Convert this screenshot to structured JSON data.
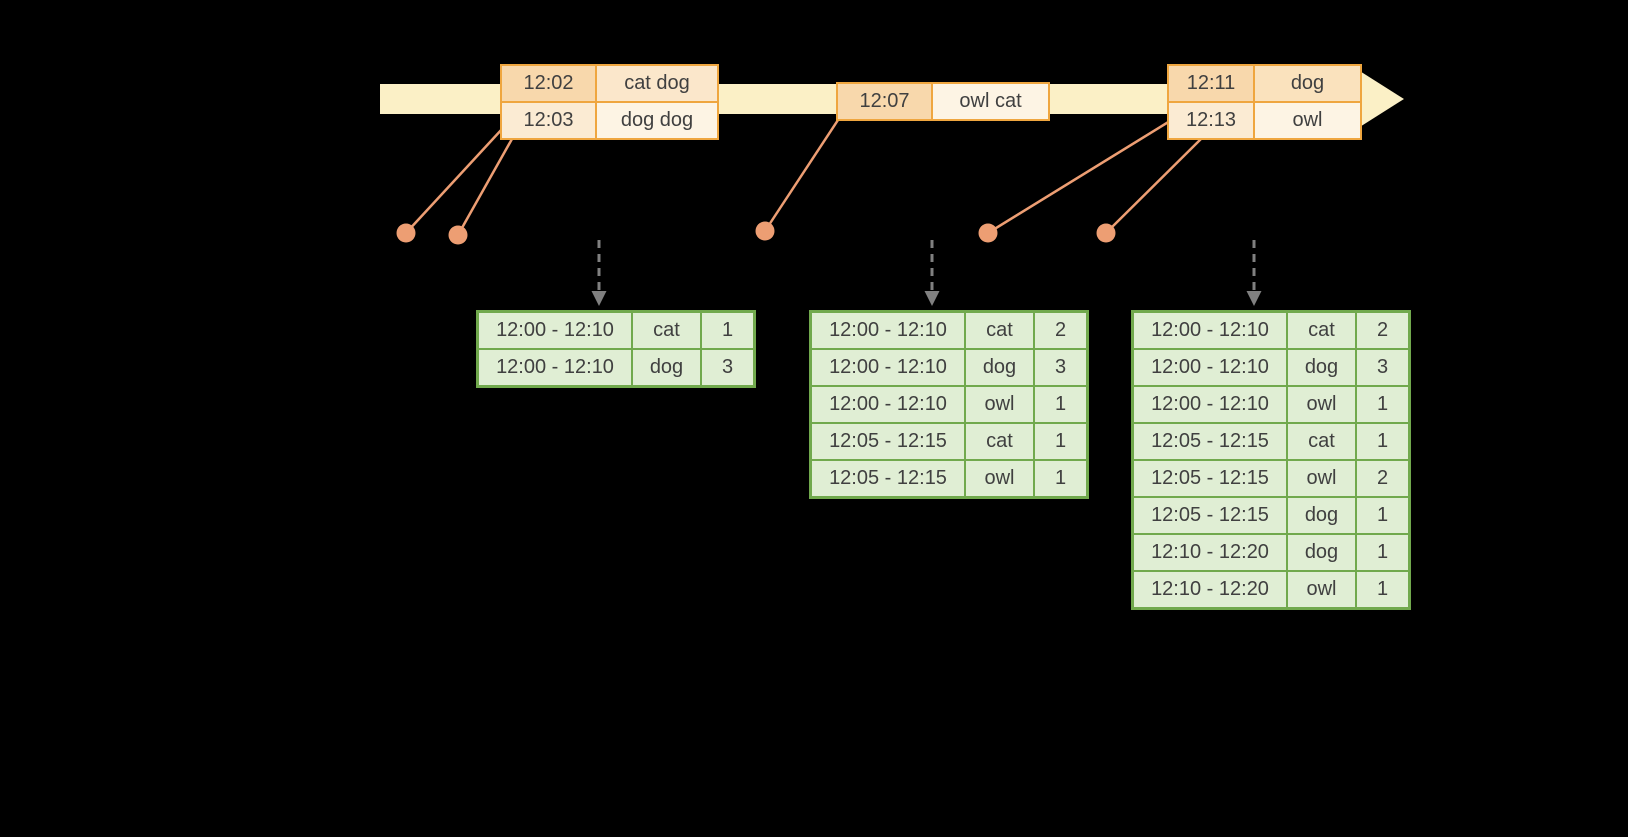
{
  "colors": {
    "background": "#000000",
    "text": "#404040",
    "timeline_fill": "#FBF0C6",
    "event_border": "#EFA63F",
    "event_peach_dark": "#F8D8AC",
    "event_peach_mid": "#FAE2BD",
    "event_peach_light": "#FBE7CB",
    "event_cream_dark": "#FBEBD3",
    "event_cream_light": "#FDF4E4",
    "dot": "#ED9E73",
    "dashed_arrow": "#808080",
    "result_border": "#71A94D",
    "result_cell": "#E0EED4"
  },
  "event_tables": [
    {
      "rows": [
        {
          "time": "12:02",
          "words": "cat dog"
        },
        {
          "time": "12:03",
          "words": "dog dog"
        }
      ]
    },
    {
      "rows": [
        {
          "time": "12:07",
          "words": "owl cat"
        }
      ]
    },
    {
      "rows": [
        {
          "time": "12:11",
          "words": "dog"
        },
        {
          "time": "12:13",
          "words": "owl"
        }
      ]
    }
  ],
  "result_tables": [
    {
      "rows": [
        {
          "window": "12:00 - 12:10",
          "word": "cat",
          "count": "1"
        },
        {
          "window": "12:00 - 12:10",
          "word": "dog",
          "count": "3"
        }
      ]
    },
    {
      "rows": [
        {
          "window": "12:00 - 12:10",
          "word": "cat",
          "count": "2"
        },
        {
          "window": "12:00 - 12:10",
          "word": "dog",
          "count": "3"
        },
        {
          "window": "12:00 - 12:10",
          "word": "owl",
          "count": "1"
        },
        {
          "window": "12:05 - 12:15",
          "word": "cat",
          "count": "1"
        },
        {
          "window": "12:05 - 12:15",
          "word": "owl",
          "count": "1"
        }
      ]
    },
    {
      "rows": [
        {
          "window": "12:00 - 12:10",
          "word": "cat",
          "count": "2"
        },
        {
          "window": "12:00 - 12:10",
          "word": "dog",
          "count": "3"
        },
        {
          "window": "12:00 - 12:10",
          "word": "owl",
          "count": "1"
        },
        {
          "window": "12:05 - 12:15",
          "word": "cat",
          "count": "1"
        },
        {
          "window": "12:05 - 12:15",
          "word": "owl",
          "count": "2"
        },
        {
          "window": "12:05 - 12:15",
          "word": "dog",
          "count": "1"
        },
        {
          "window": "12:10 - 12:20",
          "word": "dog",
          "count": "1"
        },
        {
          "window": "12:10 - 12:20",
          "word": "owl",
          "count": "1"
        }
      ]
    }
  ]
}
